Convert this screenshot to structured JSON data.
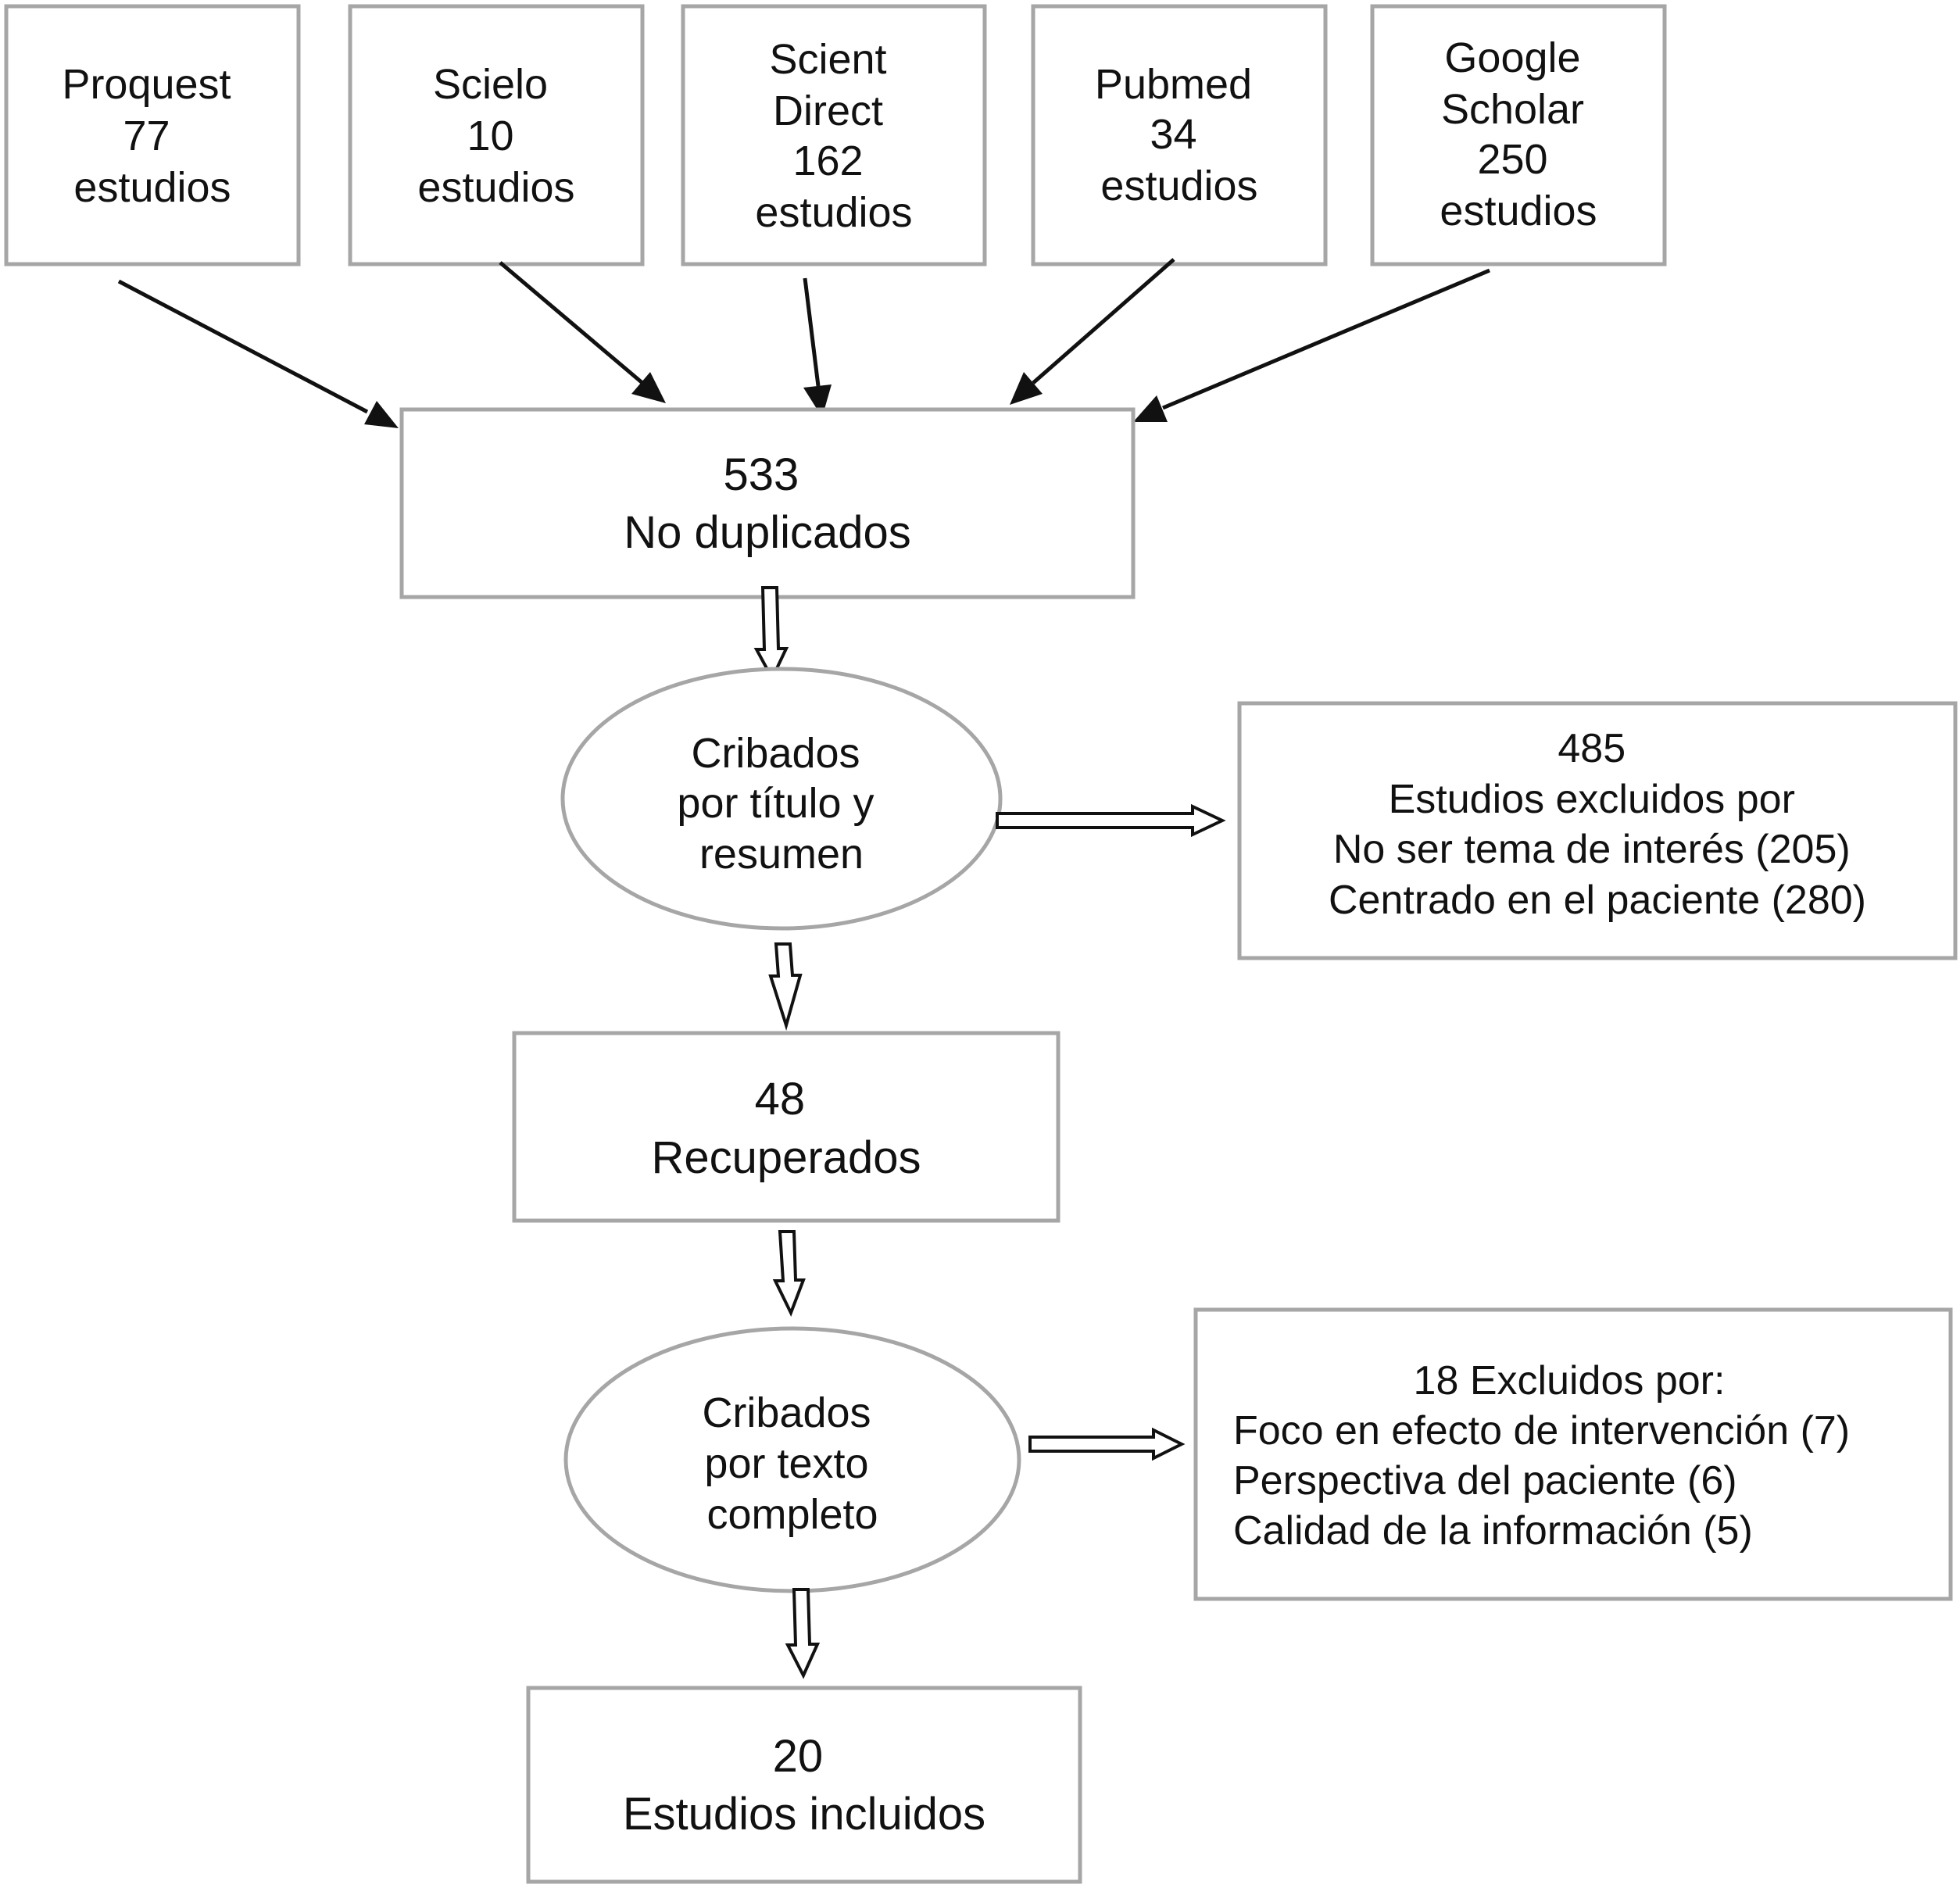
{
  "sources": [
    {
      "lines": [
        "Proquest",
        "77",
        "estudios"
      ]
    },
    {
      "lines": [
        "Scielo",
        "10",
        "estudios"
      ]
    },
    {
      "lines": [
        "Scient",
        "Direct",
        "162",
        "estudios"
      ]
    },
    {
      "lines": [
        "Pubmed",
        "34",
        "estudios"
      ]
    },
    {
      "lines": [
        "Google",
        "Scholar",
        "250",
        "estudios"
      ]
    }
  ],
  "no_duplicados": {
    "lines": [
      "533",
      "No duplicados"
    ]
  },
  "cribado_titulo": {
    "lines": [
      "Cribados",
      "por título y",
      "resumen"
    ]
  },
  "excluidos_titulo": {
    "lines": [
      "485",
      "Estudios excluidos por",
      "No ser tema de interés (205)",
      "Centrado en el paciente (280)"
    ]
  },
  "recuperados": {
    "lines": [
      "48",
      "Recuperados"
    ]
  },
  "cribado_texto": {
    "lines": [
      "Cribados",
      "por texto",
      "completo"
    ]
  },
  "excluidos_texto": {
    "lines": [
      "18 Excluidos por:",
      "Foco en efecto de intervención (7)",
      "Perspectiva del paciente (6)",
      "Calidad de la información (5)"
    ]
  },
  "incluidos": {
    "lines": [
      "20",
      "Estudios incluidos"
    ]
  }
}
